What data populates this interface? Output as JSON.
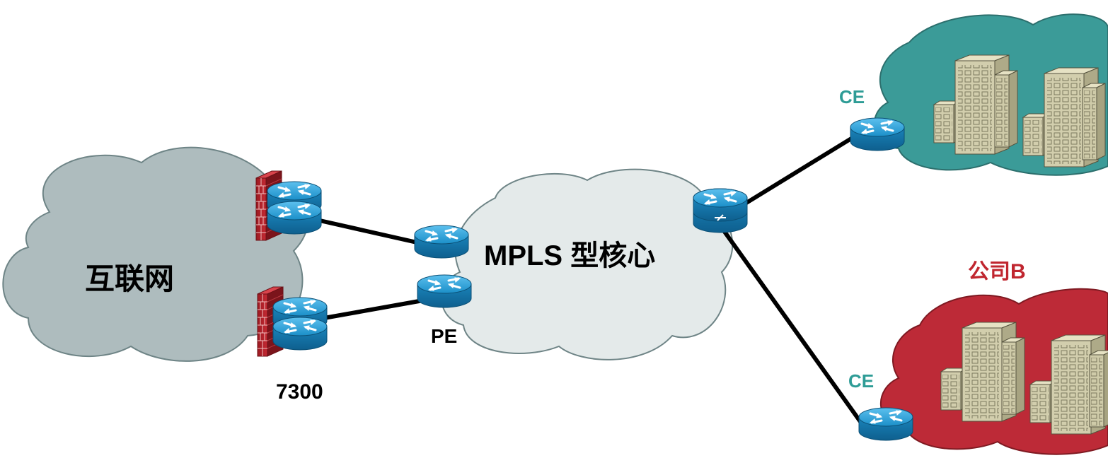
{
  "labels": {
    "internet": "互联网",
    "mpls_core": "MPLS 型核心",
    "pe": "PE",
    "device_7300": "7300",
    "ce_top": "CE",
    "ce_bottom": "CE",
    "company_b": "公司B"
  },
  "colors": {
    "internet_cloud": "#aebcbe",
    "mpls_cloud": "#e4eaea",
    "company_a_cloud": "#3b9b98",
    "company_b_cloud": "#bd2a37",
    "router_blue": "#1a8cc4",
    "firewall_red": "#c0262f",
    "building": "#c8c4a0",
    "ce_label": "#2e9c96",
    "company_b_label": "#c0262f",
    "link": "#000000"
  },
  "icons": {
    "router": "router-icon",
    "firewall": "firewall-icon",
    "building": "office-building-icon",
    "switch_router": "layer3-switch-icon",
    "cloud": "cloud-icon"
  }
}
